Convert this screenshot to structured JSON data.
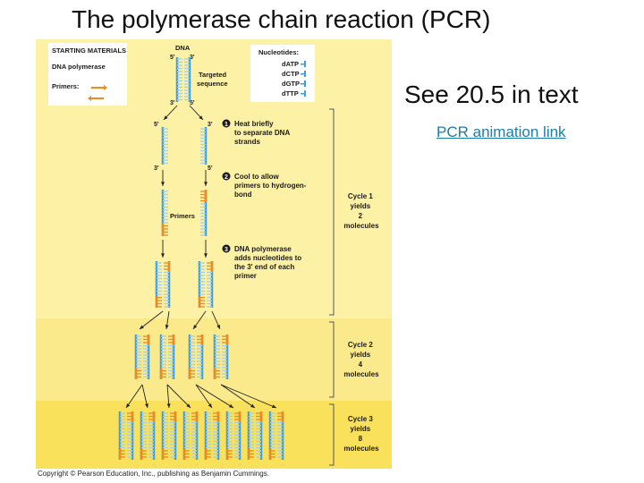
{
  "slide": {
    "title": "The polymerase chain reaction (PCR)",
    "aside": "See 20.5 in text",
    "link_label": "PCR animation link"
  },
  "figure": {
    "starting_materials": "STARTING MATERIALS",
    "dna_polymerase": "DNA polymerase",
    "primers": "Primers:",
    "dna": "DNA",
    "five_prime": "5'",
    "three_prime": "3'",
    "targeted_sequence": [
      "Targeted",
      "sequence"
    ],
    "nucleotides_title": "Nucleotides:",
    "nucleotides": [
      "dATP",
      "dCTP",
      "dGTP",
      "dTTP"
    ],
    "steps": [
      {
        "number": "1",
        "lines": [
          "Heat briefly",
          "to separate DNA",
          "strands"
        ]
      },
      {
        "number": "2",
        "lines": [
          "Cool to allow",
          "primers to hydrogen-",
          "bond"
        ]
      },
      {
        "number": "3",
        "lines": [
          "DNA polymerase",
          "adds nucleotides to",
          "the 3' end of each",
          "primer"
        ]
      }
    ],
    "primers_label": "Primers",
    "cycles": [
      {
        "lines": [
          "Cycle 1",
          "yields",
          "2",
          "molecules"
        ]
      },
      {
        "lines": [
          "Cycle 2",
          "yields",
          "4",
          "molecules"
        ]
      },
      {
        "lines": [
          "Cycle 3",
          "yields",
          "8",
          "molecules"
        ]
      }
    ],
    "copyright": "Copyright © Pearson Education, Inc., publishing as Benjamin Cummings.",
    "colors": {
      "panel_top": "#fdf1a6",
      "panel_mid": "#fbea8c",
      "panel_bottom": "#f9e15c",
      "strand_blue": "#3f9fdc",
      "strand_light": "#9fd0ee",
      "primer_orange": "#ee8a1e"
    }
  }
}
